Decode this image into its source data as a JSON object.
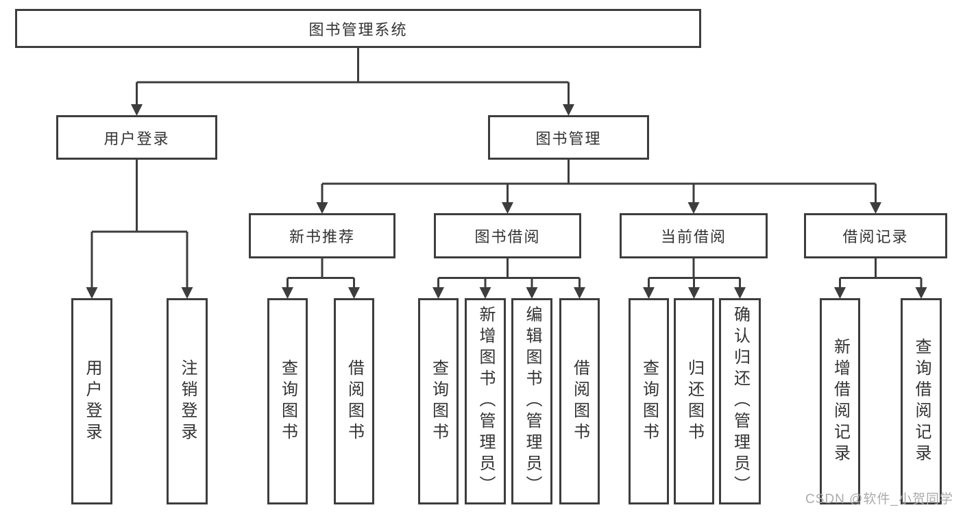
{
  "diagram": {
    "root": {
      "label": "图书管理系统"
    },
    "level2": {
      "user_login": {
        "label": "用户登录"
      },
      "book_mgmt": {
        "label": "图书管理"
      }
    },
    "level3": {
      "new_books": {
        "label": "新书推荐"
      },
      "book_borrow": {
        "label": "图书借阅"
      },
      "current_borrow": {
        "label": "当前借阅"
      },
      "borrow_records": {
        "label": "借阅记录"
      }
    },
    "leaves": {
      "user_login": [
        "用户登录",
        "注销登录"
      ],
      "new_books": [
        "查询图书",
        "借阅图书"
      ],
      "book_borrow": [
        "查询图书",
        "新增图书（管理员）",
        "编辑图书（管理员）",
        "借阅图书"
      ],
      "current_borrow": [
        "查询图书",
        "归还图书",
        "确认归还（管理员）"
      ],
      "borrow_records": [
        "新增借阅记录",
        "查询借阅记录"
      ]
    },
    "watermark": "CSDN @软件_小贺同学",
    "colors": {
      "line": "#3d3d3d",
      "text": "#333333",
      "watermark": "#ababab",
      "background": "#ffffff"
    }
  }
}
